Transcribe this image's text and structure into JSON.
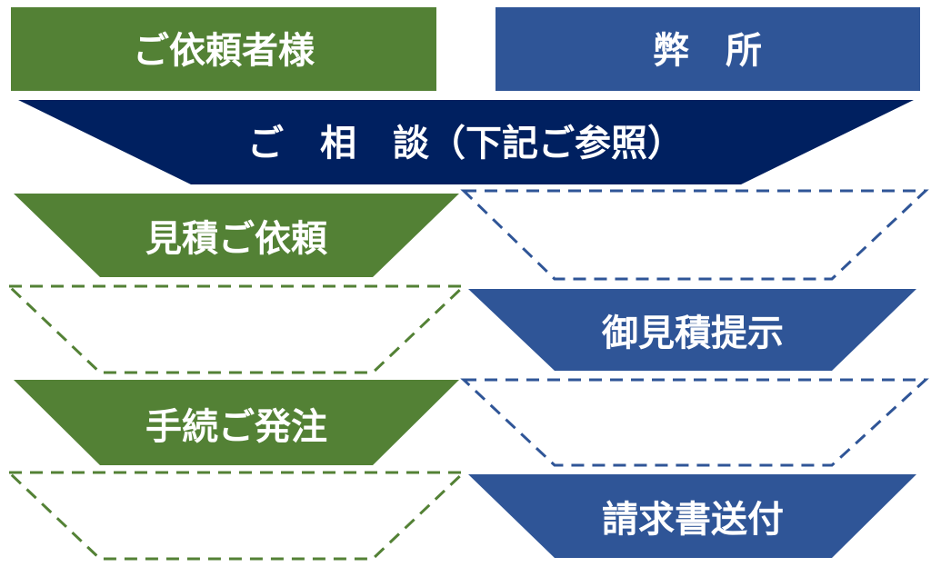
{
  "colors": {
    "customer": "#538135",
    "company": "#2F5597",
    "consult": "#002060"
  },
  "headers": {
    "customer": "ご依頼者様",
    "company": "弊　所"
  },
  "consult": "ご　相　談（下記ご参照）",
  "steps": {
    "estimate_request": "見積ご依頼",
    "estimate_present": "御見積提示",
    "order": "手続ご発注",
    "invoice": "請求書送付"
  }
}
